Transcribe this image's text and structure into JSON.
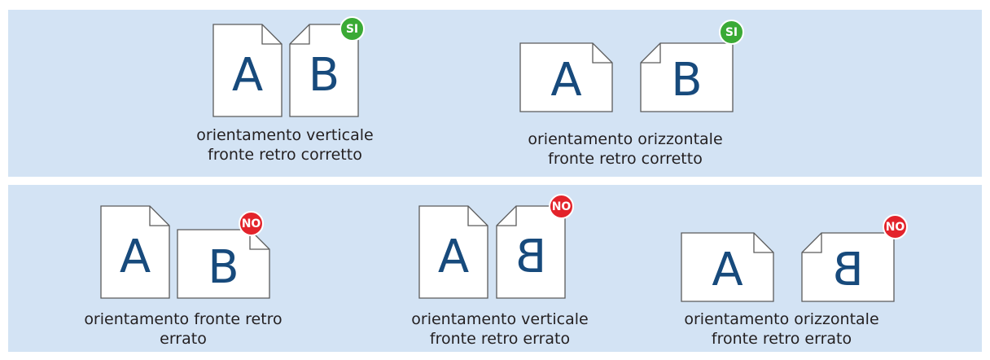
{
  "examples": [
    {
      "letters": [
        "A",
        "B"
      ],
      "badge": "SI",
      "caption_line1": "orientamento verticale",
      "caption_line2": "fronte retro corretto"
    },
    {
      "letters": [
        "A",
        "B"
      ],
      "badge": "SI",
      "caption_line1": "orientamento orizzontale",
      "caption_line2": "fronte retro corretto"
    },
    {
      "letters": [
        "A",
        "B"
      ],
      "badge": "NO",
      "caption_line1": "orientamento fronte retro",
      "caption_line2": "errato"
    },
    {
      "letters": [
        "A",
        "B"
      ],
      "badge": "NO",
      "caption_line1": "orientamento verticale",
      "caption_line2": "fronte retro errato"
    },
    {
      "letters": [
        "A",
        "B"
      ],
      "badge": "NO",
      "caption_line1": "orientamento orizzontale",
      "caption_line2": "fronte retro errato"
    }
  ],
  "colors": {
    "panel_background": "#d3e3f4",
    "letter": "#174a7c",
    "badge_ok": "#3aaa35",
    "badge_bad": "#e3232b"
  }
}
